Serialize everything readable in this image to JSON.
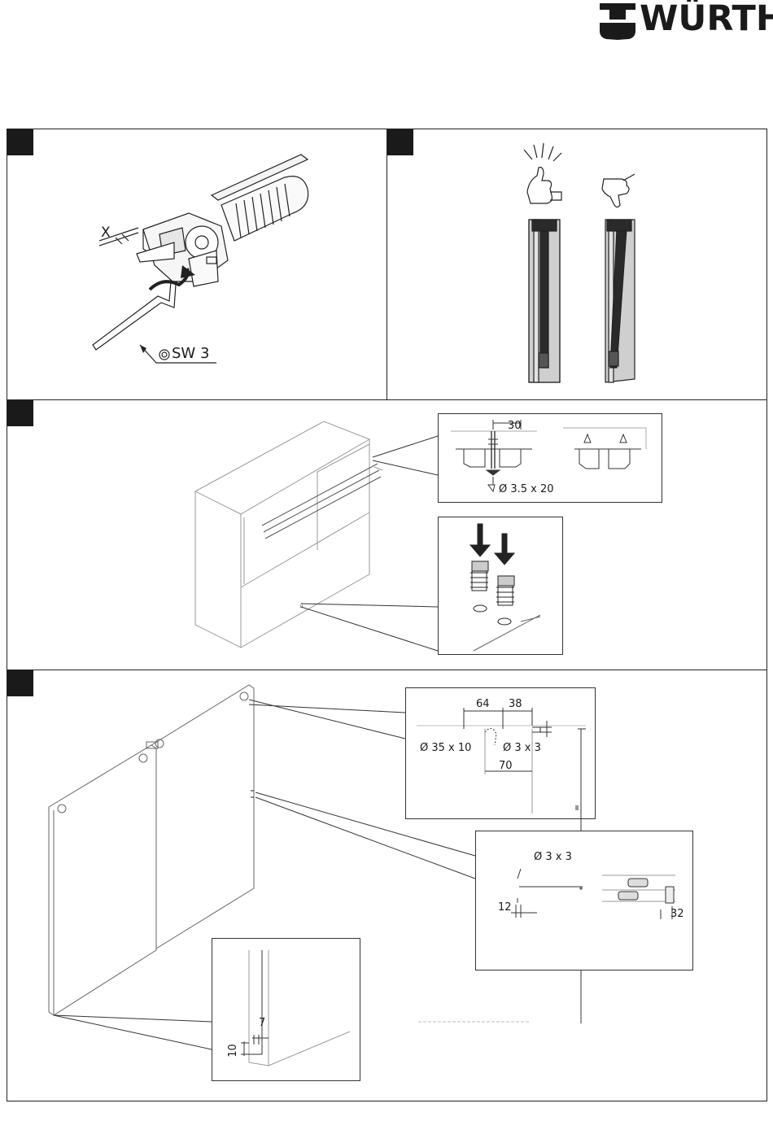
{
  "brand": {
    "name": "WÜRTH"
  },
  "panel1": {
    "label_x": "X",
    "tool_label": "SW 3"
  },
  "panel3": {
    "dim_30": "30",
    "screw_label": "Ø 3.5 x 20"
  },
  "panel4": {
    "dim_64": "64",
    "dim_38": "38",
    "hole_35": "Ø 35 x 10",
    "hole_3a": "Ø 3 x 3",
    "dim_70": "70",
    "hole_3b": "Ø 3 x 3",
    "dim_12": "12",
    "dim_32": "32",
    "dim_7": "7",
    "dim_10": "10"
  }
}
